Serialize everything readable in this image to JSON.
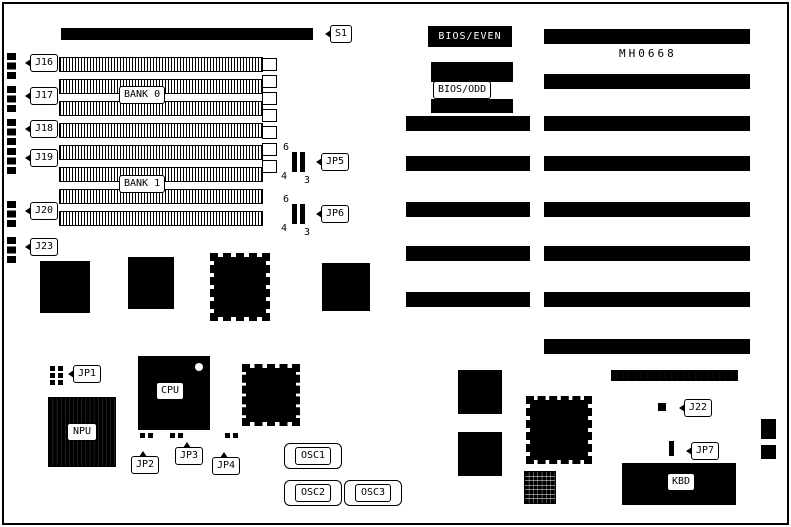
{
  "board_id": "MH0668",
  "labels": {
    "s1": "S1",
    "j16": "J16",
    "j17": "J17",
    "j18": "J18",
    "j19": "J19",
    "j20": "J20",
    "j23": "J23",
    "bank0": "BANK 0",
    "bank1": "BANK 1",
    "jp1": "JP1",
    "jp2": "JP2",
    "jp3": "JP3",
    "jp4": "JP4",
    "jp5": "JP5",
    "jp6": "JP6",
    "jp7": "JP7",
    "bios_even": "BIOS/EVEN",
    "bios_odd": "BIOS/ODD",
    "cpu": "CPU",
    "npu": "NPU",
    "osc1": "OSC1",
    "osc2": "OSC2",
    "osc3": "OSC3",
    "j22": "J22",
    "kbd": "KBD"
  },
  "jp5_pins": {
    "pin6": "6",
    "pin4": "4",
    "pin3": "3"
  },
  "jp6_pins": {
    "pin6": "6",
    "pin4": "4",
    "pin3": "3"
  },
  "colors": {
    "ink": "#000000",
    "paper": "#ffffff"
  }
}
